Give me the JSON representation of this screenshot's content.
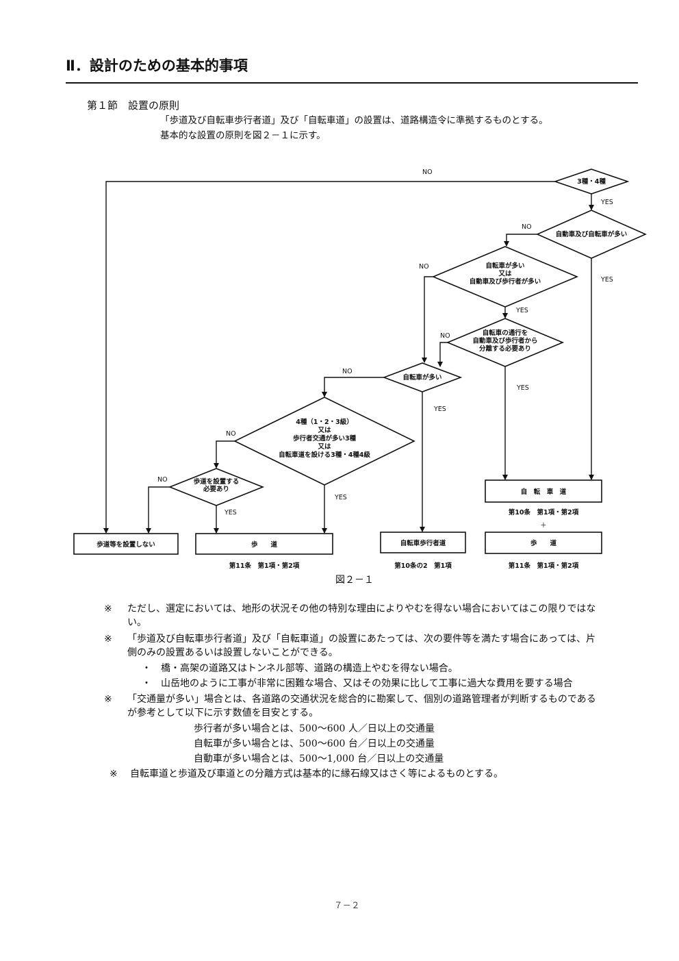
{
  "section_title": "Ⅱ．設計のための基本的事項",
  "subsection_title": "第１節　設置の原則",
  "intro": [
    "「歩道及び自転車歩行者道」及び「自転車道」の設置は、道路構造令に準拠するものとする。",
    "基本的な設置の原則を図２－１に示す。"
  ],
  "flowchart": {
    "decisions": {
      "d1": [
        "3種・4種"
      ],
      "d2": [
        "自動車及び自転車が多い"
      ],
      "d3": [
        "自転車が多い",
        "又は",
        "自動車及び歩行者が多い"
      ],
      "d4": [
        "自転車の通行を",
        "自動車及び歩行者から",
        "分離する必要あり"
      ],
      "d5": [
        "自転車が多い"
      ],
      "d6": [
        "4種（1・2・3級）",
        "又は",
        "歩行者交通が多い3種",
        "又は",
        "自転車道を設ける3種・4種4級"
      ],
      "d7": [
        "歩道を設置する",
        "必要あり"
      ]
    },
    "labels": {
      "yes": "YES",
      "no": "NO",
      "plus": "＋"
    },
    "boxes": {
      "none": "歩道等を設置しない",
      "sidewalk": "歩　　道",
      "cycle_ped": "自転車歩行者道",
      "cycle": "自　転　車　道",
      "sidewalk2": "歩　　道"
    },
    "refs": {
      "sidewalk": "第11条　第1項・第2項",
      "cycle_ped": "第10条の2　第1項",
      "cycle": "第10条　第1項・第2項",
      "sidewalk2": "第11条　第1項・第2項"
    }
  },
  "caption": "図２－１",
  "notes": [
    {
      "mark": "※",
      "lines": [
        "ただし、選定においては、地形の状況その他の特別な理由によりやむを得ない場合においてはこの限りではな",
        "い。"
      ]
    },
    {
      "mark": "※",
      "lines": [
        "「歩道及び自転車歩行者道」及び「自転車道」の設置にあたっては、次の要件等を満たす場合にあっては、片",
        "側のみの設置あるいは設置しないことができる。"
      ]
    }
  ],
  "bullets": [
    "・　橋・高架の道路又はトンネル部等、道路の構造上やむを得ない場合。",
    "・　山岳地のように工事が非常に困難な場合、又はその効果に比して工事に過大な費用を要する場合"
  ],
  "note3": {
    "mark": "※",
    "lines": [
      "「交通量が多い」場合とは、各道路の交通状況を総合的に勘案して、個別の道路管理者が判断するものである",
      "が参考として以下に示す数値を目安とする。"
    ]
  },
  "thresholds": [
    "歩行者が多い場合とは、500～600 人／日以上の交通量",
    "自転車が多い場合とは、500～600 台／日以上の交通量",
    "自動車が多い場合とは、500～1,000 台／日以上の交通量"
  ],
  "note4": {
    "mark": "※",
    "text": "自転車道と歩道及び車道との分離方式は基本的に縁石線又はさく等によるものとする。"
  },
  "page_number": "７－２"
}
